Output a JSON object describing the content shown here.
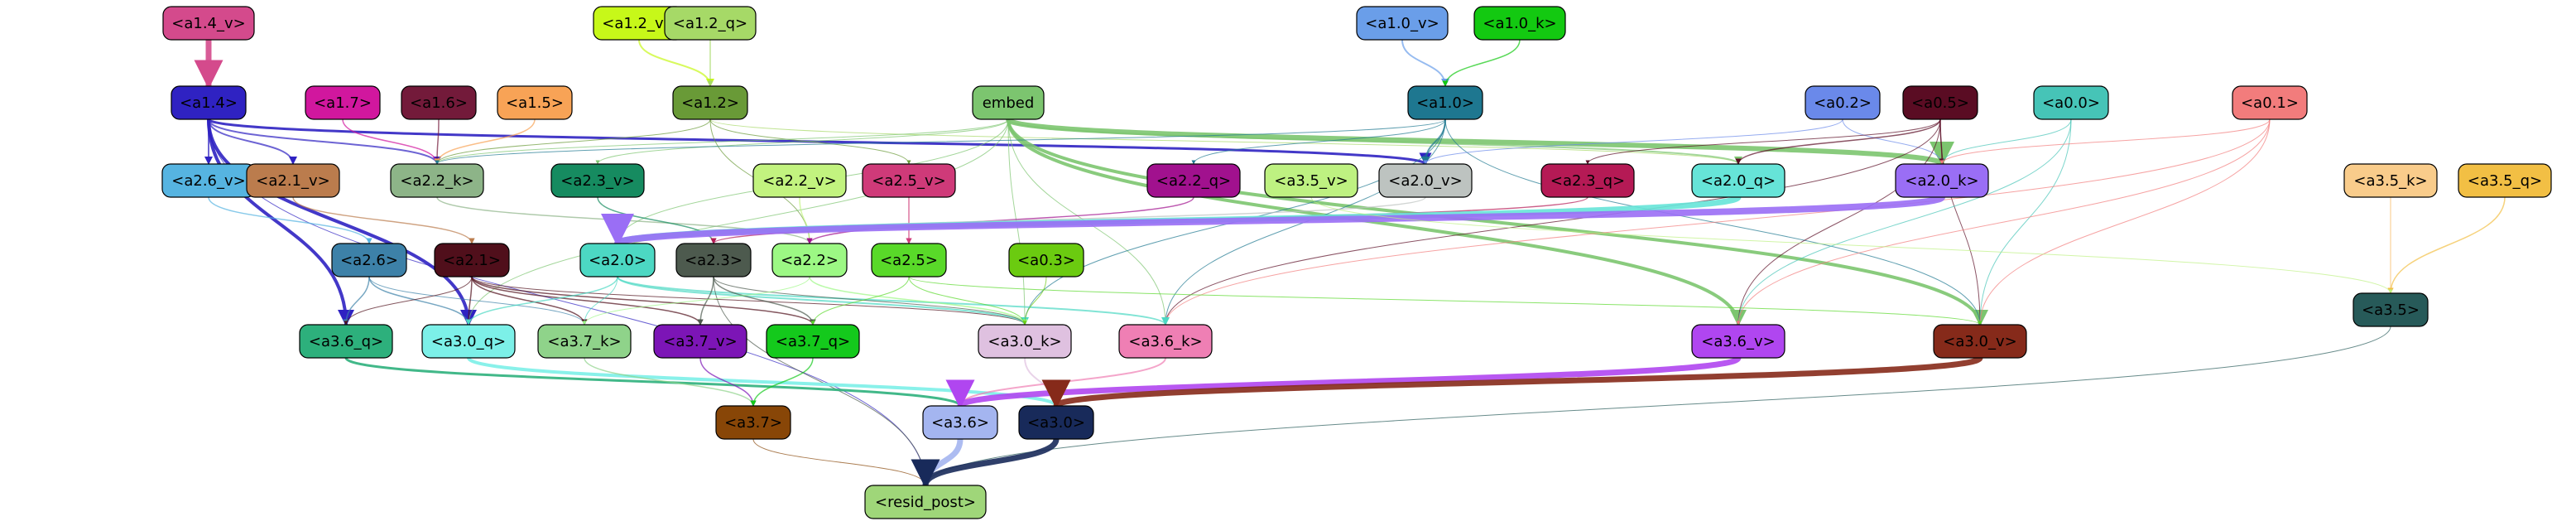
{
  "nodes": [
    {
      "id": "a1.4_v",
      "label": "<a1.4_v>",
      "color": "#d44a8c"
    },
    {
      "id": "a1.2_v",
      "label": "<a1.2_v>",
      "color": "#c7f819"
    },
    {
      "id": "a1.2_q",
      "label": "<a1.2_q>",
      "color": "#a6d967"
    },
    {
      "id": "a1.0_v",
      "label": "<a1.0_v>",
      "color": "#6a9ee9"
    },
    {
      "id": "a1.0_k",
      "label": "<a1.0_k>",
      "color": "#13c911"
    },
    {
      "id": "a1.4",
      "label": "<a1.4>",
      "color": "#2f22c2"
    },
    {
      "id": "a1.7",
      "label": "<a1.7>",
      "color": "#d1179e"
    },
    {
      "id": "a1.6",
      "label": "<a1.6>",
      "color": "#731a3a"
    },
    {
      "id": "a1.5",
      "label": "<a1.5>",
      "color": "#f8a356"
    },
    {
      "id": "a1.2",
      "label": "<a1.2>",
      "color": "#699a37"
    },
    {
      "id": "embed",
      "label": "embed",
      "color": "#7cc56f"
    },
    {
      "id": "a1.0",
      "label": "<a1.0>",
      "color": "#1e7790"
    },
    {
      "id": "a0.2",
      "label": "<a0.2>",
      "color": "#6a89ea"
    },
    {
      "id": "a0.5",
      "label": "<a0.5>",
      "color": "#5a0c23"
    },
    {
      "id": "a0.0",
      "label": "<a0.0>",
      "color": "#46c4b7"
    },
    {
      "id": "a0.1",
      "label": "<a0.1>",
      "color": "#f27c7c"
    },
    {
      "id": "a2.6_v",
      "label": "<a2.6_v>",
      "color": "#56b4e1"
    },
    {
      "id": "a2.1_v",
      "label": "<a2.1_v>",
      "color": "#bb7c4d"
    },
    {
      "id": "a2.2_k",
      "label": "<a2.2_k>",
      "color": "#8db488"
    },
    {
      "id": "a2.3_v",
      "label": "<a2.3_v>",
      "color": "#168b60"
    },
    {
      "id": "a2.2_v",
      "label": "<a2.2_v>",
      "color": "#c2f37f"
    },
    {
      "id": "a2.5_v",
      "label": "<a2.5_v>",
      "color": "#cf3a79"
    },
    {
      "id": "a2.2_q",
      "label": "<a2.2_q>",
      "color": "#a1118e"
    },
    {
      "id": "a3.5_v",
      "label": "<a3.5_v>",
      "color": "#bef181"
    },
    {
      "id": "a2.0_v",
      "label": "<a2.0_v>",
      "color": "#bdc3c0"
    },
    {
      "id": "a2.3_q",
      "label": "<a2.3_q>",
      "color": "#b51a55"
    },
    {
      "id": "a2.0_q",
      "label": "<a2.0_q>",
      "color": "#66e4d8"
    },
    {
      "id": "a2.0_k",
      "label": "<a2.0_k>",
      "color": "#9a6ef5"
    },
    {
      "id": "a3.5_k",
      "label": "<a3.5_k>",
      "color": "#f9cc8b"
    },
    {
      "id": "a3.5_q",
      "label": "<a3.5_q>",
      "color": "#f2bf44"
    },
    {
      "id": "a2.6",
      "label": "<a2.6>",
      "color": "#3d81a8"
    },
    {
      "id": "a2.1",
      "label": "<a2.1>",
      "color": "#500f1b"
    },
    {
      "id": "a2.0",
      "label": "<a2.0>",
      "color": "#4cd8c3"
    },
    {
      "id": "a2.3",
      "label": "<a2.3>",
      "color": "#4d5a4e"
    },
    {
      "id": "a2.2",
      "label": "<a2.2>",
      "color": "#9cf884"
    },
    {
      "id": "a2.5",
      "label": "<a2.5>",
      "color": "#59d929"
    },
    {
      "id": "a0.3",
      "label": "<a0.3>",
      "color": "#6bcb10"
    },
    {
      "id": "a3.5",
      "label": "<a3.5>",
      "color": "#275a59"
    },
    {
      "id": "a3.6_q",
      "label": "<a3.6_q>",
      "color": "#2db07c"
    },
    {
      "id": "a3.0_q",
      "label": "<a3.0_q>",
      "color": "#7cf0e8"
    },
    {
      "id": "a3.7_k",
      "label": "<a3.7_k>",
      "color": "#8fd38a"
    },
    {
      "id": "a3.7_v",
      "label": "<a3.7_v>",
      "color": "#7c15b6"
    },
    {
      "id": "a3.7_q",
      "label": "<a3.7_q>",
      "color": "#14c91c"
    },
    {
      "id": "a3.0_k",
      "label": "<a3.0_k>",
      "color": "#dfc1e0"
    },
    {
      "id": "a3.6_k",
      "label": "<a3.6_k>",
      "color": "#ef7fb4"
    },
    {
      "id": "a3.6_v",
      "label": "<a3.6_v>",
      "color": "#b046f0"
    },
    {
      "id": "a3.0_v",
      "label": "<a3.0_v>",
      "color": "#862a1a"
    },
    {
      "id": "a3.7",
      "label": "<a3.7>",
      "color": "#884607"
    },
    {
      "id": "a3.6",
      "label": "<a3.6>",
      "color": "#a4b5f0"
    },
    {
      "id": "a3.0",
      "label": "<a3.0>",
      "color": "#182a5a"
    },
    {
      "id": "resid_post",
      "label": "<resid_post>",
      "color": "#9fd679"
    }
  ],
  "edges": [
    {
      "from": "a1.4_v",
      "to": "a1.4",
      "color": "#d44a8c",
      "width": 7
    },
    {
      "from": "a1.2_v",
      "to": "a1.2",
      "color": "#c7f819",
      "width": 2
    },
    {
      "from": "a1.2_q",
      "to": "a1.2",
      "color": "#a6d967",
      "width": 1.5
    },
    {
      "from": "a1.0_v",
      "to": "a1.0",
      "color": "#6a9ee9",
      "width": 2
    },
    {
      "from": "a1.0_k",
      "to": "a1.0",
      "color": "#13c911",
      "width": 1.5
    },
    {
      "from": "a1.4",
      "to": "a2.6_v",
      "color": "#2f22c2",
      "width": 2
    },
    {
      "from": "a1.4",
      "to": "a2.1_v",
      "color": "#2f22c2",
      "width": 2
    },
    {
      "from": "a1.4",
      "to": "a2.2_k",
      "color": "#2f22c2",
      "width": 2
    },
    {
      "from": "a1.4",
      "to": "a2.0_v",
      "color": "#2f22c2",
      "width": 3
    },
    {
      "from": "a1.4",
      "to": "a3.6_q",
      "color": "#2f22c2",
      "width": 4
    },
    {
      "from": "a1.4",
      "to": "a3.0_q",
      "color": "#2f22c2",
      "width": 4
    },
    {
      "from": "a1.4",
      "to": "resid_post",
      "color": "#2f22c2",
      "width": 1
    },
    {
      "from": "a1.7",
      "to": "a2.2_k",
      "color": "#d1179e",
      "width": 1.5
    },
    {
      "from": "a1.6",
      "to": "a2.2_k",
      "color": "#731a3a",
      "width": 1.5
    },
    {
      "from": "a1.5",
      "to": "a2.2_k",
      "color": "#f8a356",
      "width": 1.5
    },
    {
      "from": "a1.2",
      "to": "a2.2_k",
      "color": "#699a37",
      "width": 1
    },
    {
      "from": "a1.2",
      "to": "a2.5_v",
      "color": "#699a37",
      "width": 1
    },
    {
      "from": "a1.2",
      "to": "a2.0_q",
      "color": "#a6d967",
      "width": 1
    },
    {
      "from": "a1.2",
      "to": "a2.2",
      "color": "#699a37",
      "width": 1
    },
    {
      "from": "embed",
      "to": "a2.0_k",
      "color": "#7cc56f",
      "width": 6
    },
    {
      "from": "embed",
      "to": "a3.0_v",
      "color": "#7cc56f",
      "width": 4
    },
    {
      "from": "embed",
      "to": "a3.6_v",
      "color": "#7cc56f",
      "width": 4
    },
    {
      "from": "embed",
      "to": "a2.2_k",
      "color": "#7cc56f",
      "width": 1
    },
    {
      "from": "embed",
      "to": "a2.3_v",
      "color": "#7cc56f",
      "width": 1
    },
    {
      "from": "embed",
      "to": "a2.0_q",
      "color": "#7cc56f",
      "width": 2
    },
    {
      "from": "embed",
      "to": "a3.0_k",
      "color": "#7cc56f",
      "width": 1
    },
    {
      "from": "embed",
      "to": "a3.6_k",
      "color": "#7cc56f",
      "width": 1
    },
    {
      "from": "embed",
      "to": "a3.0_q",
      "color": "#7cc56f",
      "width": 1
    },
    {
      "from": "embed",
      "to": "a2.0",
      "color": "#7cc56f",
      "width": 1
    },
    {
      "from": "a1.0",
      "to": "a2.0_v",
      "color": "#1e7790",
      "width": 2
    },
    {
      "from": "a1.0",
      "to": "a2.2_k",
      "color": "#1e7790",
      "width": 1
    },
    {
      "from": "a1.0",
      "to": "a2.2_q",
      "color": "#1e7790",
      "width": 1
    },
    {
      "from": "a1.0",
      "to": "a3.0_v",
      "color": "#1e7790",
      "width": 1
    },
    {
      "from": "a1.0",
      "to": "a3.6_k",
      "color": "#1e7790",
      "width": 1
    },
    {
      "from": "a1.0",
      "to": "a3.0_k",
      "color": "#1e7790",
      "width": 1
    },
    {
      "from": "a0.2",
      "to": "a2.0_k",
      "color": "#6a89ea",
      "width": 1
    },
    {
      "from": "a0.2",
      "to": "a2.0_v",
      "color": "#6a89ea",
      "width": 1
    },
    {
      "from": "a0.5",
      "to": "a2.0_k",
      "color": "#5a0c23",
      "width": 1.5
    },
    {
      "from": "a0.5",
      "to": "a2.0_q",
      "color": "#5a0c23",
      "width": 1.5
    },
    {
      "from": "a0.5",
      "to": "a2.3_q",
      "color": "#5a0c23",
      "width": 1
    },
    {
      "from": "a0.5",
      "to": "a3.0_v",
      "color": "#5a0c23",
      "width": 1
    },
    {
      "from": "a0.5",
      "to": "a3.6_v",
      "color": "#5a0c23",
      "width": 1
    },
    {
      "from": "a0.5",
      "to": "a3.6_k",
      "color": "#5a0c23",
      "width": 1
    },
    {
      "from": "a0.0",
      "to": "a2.0_k",
      "color": "#46c4b7",
      "width": 1
    },
    {
      "from": "a0.0",
      "to": "a3.0_v",
      "color": "#46c4b7",
      "width": 1
    },
    {
      "from": "a0.0",
      "to": "a3.6_v",
      "color": "#46c4b7",
      "width": 1
    },
    {
      "from": "a0.1",
      "to": "a2.0_k",
      "color": "#f27c7c",
      "width": 1
    },
    {
      "from": "a0.1",
      "to": "a3.0_v",
      "color": "#f27c7c",
      "width": 1
    },
    {
      "from": "a0.1",
      "to": "a3.6_v",
      "color": "#f27c7c",
      "width": 1
    },
    {
      "from": "a0.1",
      "to": "a3.6_k",
      "color": "#f27c7c",
      "width": 1
    },
    {
      "from": "a2.6_v",
      "to": "a2.6",
      "color": "#56b4e1",
      "width": 1.5
    },
    {
      "from": "a2.1_v",
      "to": "a2.1",
      "color": "#bb7c4d",
      "width": 1.5
    },
    {
      "from": "a2.2_k",
      "to": "a2.2",
      "color": "#8db488",
      "width": 1.5
    },
    {
      "from": "a2.3_v",
      "to": "a2.3",
      "color": "#168b60",
      "width": 1.5
    },
    {
      "from": "a2.2_v",
      "to": "a2.2",
      "color": "#c2f37f",
      "width": 1.5
    },
    {
      "from": "a2.5_v",
      "to": "a2.5",
      "color": "#cf3a79",
      "width": 1.5
    },
    {
      "from": "a2.2_q",
      "to": "a2.2",
      "color": "#a1118e",
      "width": 1.5
    },
    {
      "from": "a2.0_v",
      "to": "a2.0",
      "color": "#bdc3c0",
      "width": 1.5
    },
    {
      "from": "a2.3_q",
      "to": "a2.3",
      "color": "#b51a55",
      "width": 1.5
    },
    {
      "from": "a2.0_q",
      "to": "a2.0",
      "color": "#66e4d8",
      "width": 7
    },
    {
      "from": "a2.0_k",
      "to": "a2.0",
      "color": "#9a6ef5",
      "width": 8
    },
    {
      "from": "a3.5_k",
      "to": "a3.5",
      "color": "#f9cc8b",
      "width": 1.5
    },
    {
      "from": "a3.5_q",
      "to": "a3.5",
      "color": "#f2bf44",
      "width": 1.5
    },
    {
      "from": "a3.5_v",
      "to": "a3.5",
      "color": "#bef181",
      "width": 1
    },
    {
      "from": "a2.6",
      "to": "a3.6_q",
      "color": "#3d81a8",
      "width": 1.5
    },
    {
      "from": "a2.6",
      "to": "a3.0_q",
      "color": "#3d81a8",
      "width": 1.5
    },
    {
      "from": "a2.6",
      "to": "a3.7_k",
      "color": "#3d81a8",
      "width": 1
    },
    {
      "from": "a2.1",
      "to": "a3.0_q",
      "color": "#500f1b",
      "width": 1.5
    },
    {
      "from": "a2.1",
      "to": "a3.7_k",
      "color": "#500f1b",
      "width": 1.5
    },
    {
      "from": "a2.1",
      "to": "a3.7_v",
      "color": "#500f1b",
      "width": 1.5
    },
    {
      "from": "a2.1",
      "to": "a3.7_q",
      "color": "#500f1b",
      "width": 1.5
    },
    {
      "from": "a2.1",
      "to": "a3.6_q",
      "color": "#500f1b",
      "width": 1
    },
    {
      "from": "a2.1",
      "to": "a3.0_k",
      "color": "#500f1b",
      "width": 1
    },
    {
      "from": "a2.0",
      "to": "a3.0_k",
      "color": "#4cd8c3",
      "width": 2
    },
    {
      "from": "a2.0",
      "to": "a3.6_k",
      "color": "#4cd8c3",
      "width": 2
    },
    {
      "from": "a2.0",
      "to": "a3.0_q",
      "color": "#4cd8c3",
      "width": 1.5
    },
    {
      "from": "a2.0",
      "to": "a3.7_k",
      "color": "#4cd8c3",
      "width": 1
    },
    {
      "from": "a2.3",
      "to": "a3.7_v",
      "color": "#4d5a4e",
      "width": 1.5
    },
    {
      "from": "a2.3",
      "to": "a3.7_q",
      "color": "#4d5a4e",
      "width": 1.5
    },
    {
      "from": "a2.3",
      "to": "a3.0_k",
      "color": "#4d5a4e",
      "width": 1
    },
    {
      "from": "a2.3",
      "to": "resid_post",
      "color": "#4d5a4e",
      "width": 1
    },
    {
      "from": "a2.2",
      "to": "a3.0_k",
      "color": "#9cf884",
      "width": 1.5
    },
    {
      "from": "a2.2",
      "to": "a3.7_k",
      "color": "#9cf884",
      "width": 1
    },
    {
      "from": "a2.5",
      "to": "a3.0_k",
      "color": "#59d929",
      "width": 1
    },
    {
      "from": "a2.5",
      "to": "a3.7_q",
      "color": "#59d929",
      "width": 1
    },
    {
      "from": "a2.5",
      "to": "a3.0_v",
      "color": "#59d929",
      "width": 1
    },
    {
      "from": "a0.3",
      "to": "a3.0_k",
      "color": "#6bcb10",
      "width": 1
    },
    {
      "from": "a3.5",
      "to": "resid_post",
      "color": "#275a59",
      "width": 1
    },
    {
      "from": "a3.6_q",
      "to": "a3.6",
      "color": "#2db07c",
      "width": 3
    },
    {
      "from": "a3.0_q",
      "to": "a3.0",
      "color": "#7cf0e8",
      "width": 4
    },
    {
      "from": "a3.7_k",
      "to": "a3.7",
      "color": "#8fd38a",
      "width": 1.5
    },
    {
      "from": "a3.7_v",
      "to": "a3.7",
      "color": "#7c15b6",
      "width": 1.5
    },
    {
      "from": "a3.7_q",
      "to": "a3.7",
      "color": "#14c91c",
      "width": 1.5
    },
    {
      "from": "a3.0_k",
      "to": "a3.0",
      "color": "#dfc1e0",
      "width": 2
    },
    {
      "from": "a3.6_k",
      "to": "a3.6",
      "color": "#ef7fb4",
      "width": 2
    },
    {
      "from": "a3.6_v",
      "to": "a3.6",
      "color": "#b046f0",
      "width": 7
    },
    {
      "from": "a3.0_v",
      "to": "a3.0",
      "color": "#862a1a",
      "width": 7
    },
    {
      "from": "a3.7",
      "to": "resid_post",
      "color": "#884607",
      "width": 1
    },
    {
      "from": "a3.6",
      "to": "resid_post",
      "color": "#a4b5f0",
      "width": 7
    },
    {
      "from": "a3.0",
      "to": "resid_post",
      "color": "#182a5a",
      "width": 7
    }
  ]
}
